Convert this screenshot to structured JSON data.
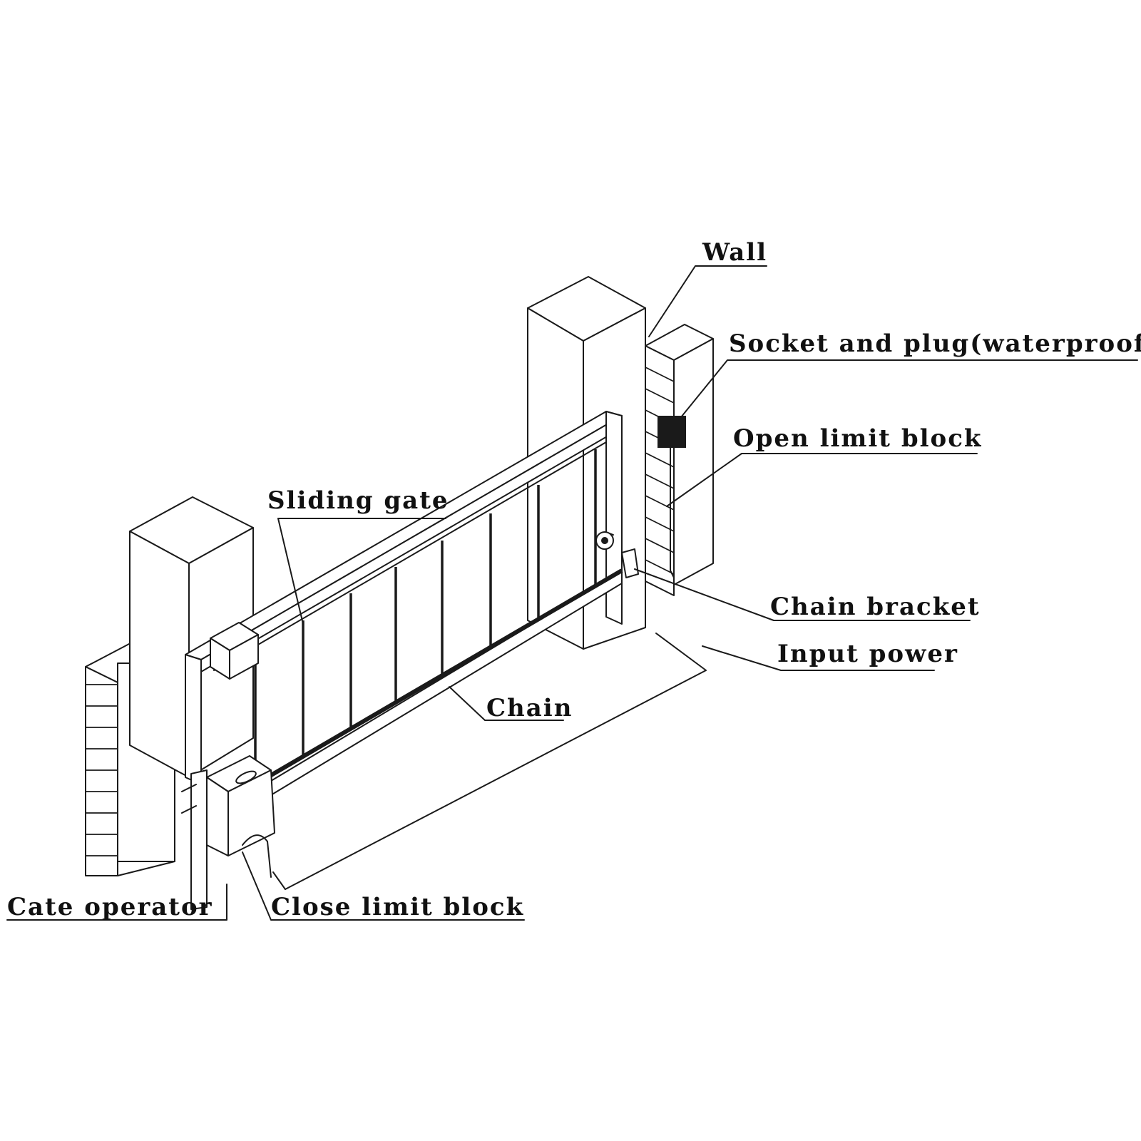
{
  "diagram": {
    "labels": {
      "wall": "Wall",
      "socket": "Socket and plug(waterproof)",
      "open_limit": "Open limit block",
      "sliding_gate": "Sliding gate",
      "chain_bracket": "Chain bracket",
      "input_power": "Input power",
      "chain": "Chain",
      "gate_operator": "Cate operator",
      "close_limit": "Close limit block"
    },
    "colors": {
      "line": "#1a1a1a",
      "background": "#ffffff",
      "socket_fill": "#1a1a1a"
    }
  }
}
